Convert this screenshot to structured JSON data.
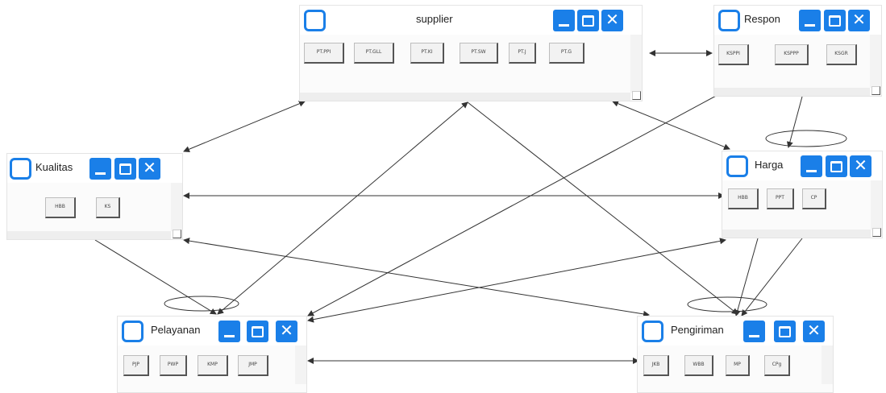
{
  "nodes": {
    "supplier": {
      "title": "supplier",
      "items": [
        "PT.PPI",
        "PT.GLL",
        "PT.KI",
        "PT.SW",
        "PT.J",
        "PT.G"
      ]
    },
    "respon": {
      "title": "Respon",
      "items": [
        "KSPPI",
        "KSPPP",
        "KSGR"
      ]
    },
    "kualitas": {
      "title": "Kualitas",
      "items": [
        "HBB",
        "KS"
      ]
    },
    "harga": {
      "title": "Harga",
      "items": [
        "HBB",
        "PPT",
        "CP"
      ]
    },
    "pelayanan": {
      "title": "Pelayanan",
      "items": [
        "PJP",
        "PWP",
        "KMP",
        "JMP"
      ]
    },
    "pengiriman": {
      "title": "Pengiriman",
      "items": [
        "JKB",
        "WBB",
        "MP",
        "CPg"
      ]
    }
  },
  "window_buttons": {
    "close_glyph": "✕"
  },
  "colors": {
    "accent": "#1a7fe8",
    "line": "#333333"
  }
}
